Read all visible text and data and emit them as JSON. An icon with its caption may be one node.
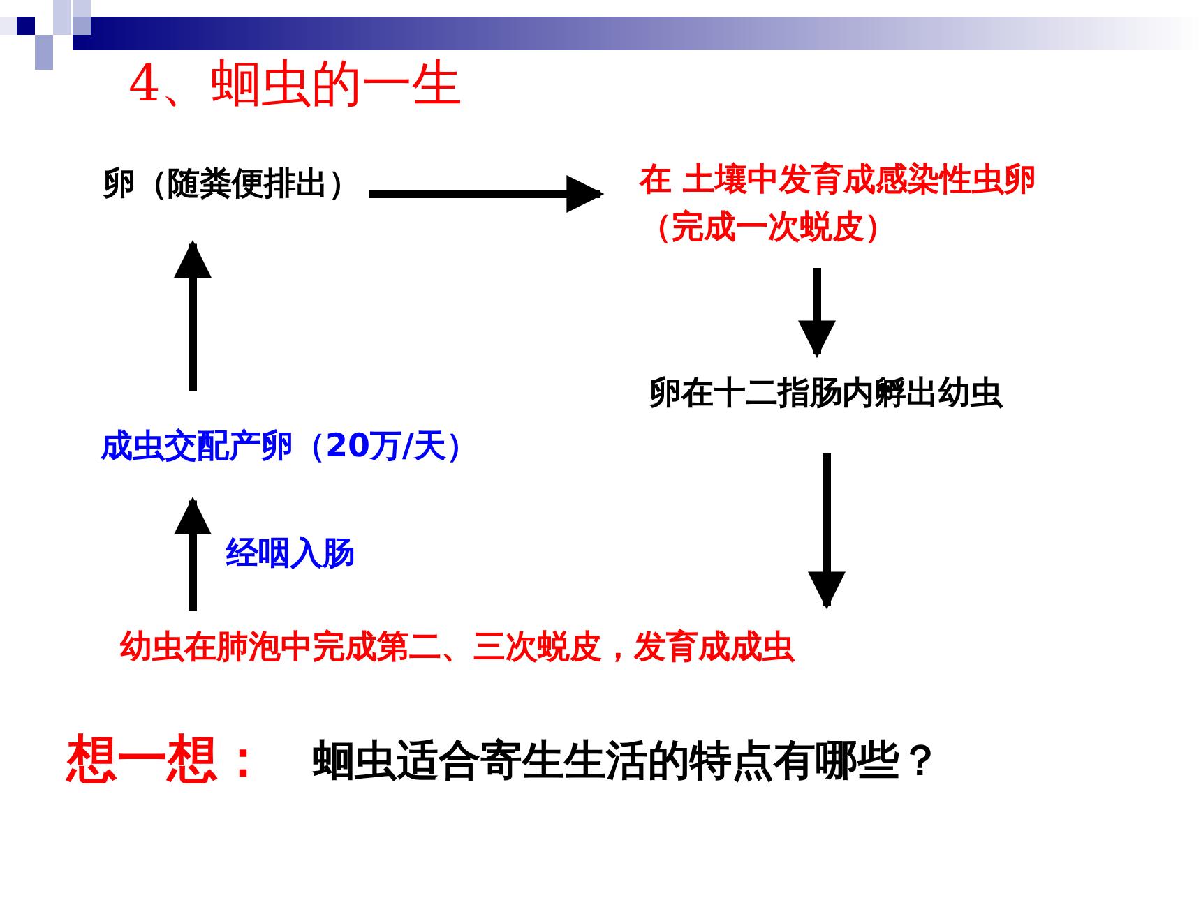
{
  "diagram": {
    "title": "4、蛔虫的一生",
    "nodes": [
      {
        "text": [
          "卵（随粪便排出）"
        ]
      },
      {
        "text": [
          "在 土壤中发育成感染性虫卵（完成一次蜕皮）"
        ]
      },
      {
        "text": [
          "卵在十二指肠内孵出幼虫"
        ]
      },
      {
        "text": [
          "幼虫在肺泡中完成第二、三次蜕皮，发育成成虫"
        ]
      },
      {
        "text": [
          "成虫交配产卵（20万/天）"
        ]
      }
    ],
    "edges": [
      {
        "from": 0,
        "to": 1,
        "arrow": "to"
      },
      {
        "from": 1,
        "to": 2,
        "arrow": "to"
      },
      {
        "from": 2,
        "to": 3,
        "arrow": "to"
      },
      {
        "from": 3,
        "to": 4,
        "arrow": "to",
        "label": "经咽入肠"
      },
      {
        "from": 4,
        "to": 0,
        "arrow": "to"
      }
    ],
    "labels": [
      "想一想：",
      "蛔虫适合寄生生活的特点有哪些？"
    ]
  }
}
